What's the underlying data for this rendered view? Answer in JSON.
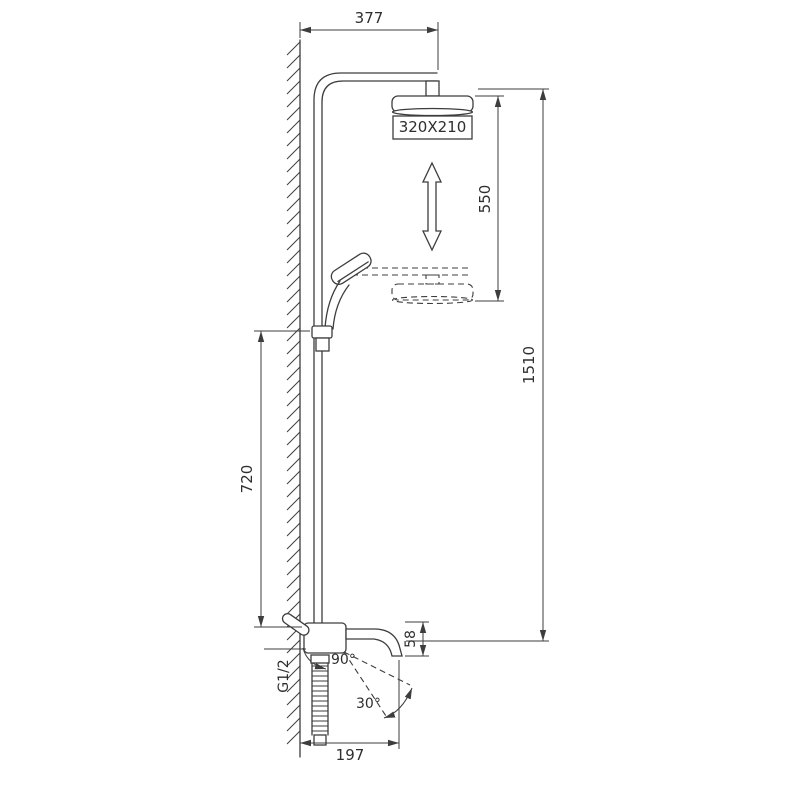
{
  "diagram": {
    "labels": {
      "top_width": "377",
      "head_size": "320X210",
      "height_adjust": "550",
      "total_height": "1510",
      "holder_height": "720",
      "spout_height": "58",
      "lever_angle": "90°",
      "spout_swivel": "30°",
      "thread": "G1/2",
      "spout_reach": "197"
    },
    "colors": {
      "line": "#3d3d3d",
      "text": "#2e2e2e",
      "background": "#ffffff"
    }
  }
}
